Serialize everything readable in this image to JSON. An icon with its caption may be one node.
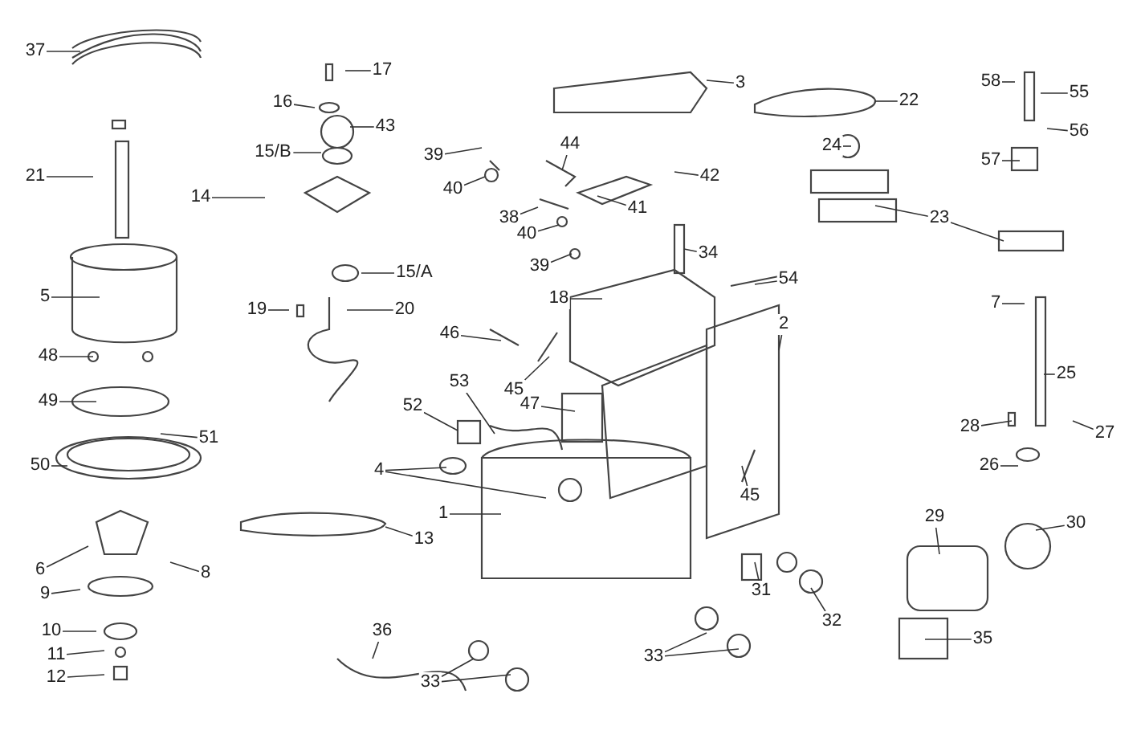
{
  "diagram": {
    "nodes": [
      {
        "text": [
          "37"
        ]
      },
      {
        "text": [
          "17"
        ]
      },
      {
        "text": [
          "3"
        ]
      },
      {
        "text": [
          "58"
        ]
      },
      {
        "text": [
          "55"
        ]
      },
      {
        "text": [
          "22"
        ]
      },
      {
        "text": [
          "16"
        ]
      },
      {
        "text": [
          "43"
        ]
      },
      {
        "text": [
          "56"
        ]
      },
      {
        "text": [
          "44"
        ]
      },
      {
        "text": [
          "24"
        ]
      },
      {
        "text": [
          "15/B"
        ]
      },
      {
        "text": [
          "39"
        ]
      },
      {
        "text": [
          "57"
        ]
      },
      {
        "text": [
          "42"
        ]
      },
      {
        "text": [
          "21"
        ]
      },
      {
        "text": [
          "40"
        ]
      },
      {
        "text": [
          "14"
        ]
      },
      {
        "text": [
          "41"
        ]
      },
      {
        "text": [
          "38"
        ]
      },
      {
        "text": [
          "23"
        ]
      },
      {
        "text": [
          "40"
        ]
      },
      {
        "text": [
          "39"
        ]
      },
      {
        "text": [
          "34"
        ]
      },
      {
        "text": [
          "15/A"
        ]
      },
      {
        "text": [
          "54"
        ]
      },
      {
        "text": [
          "5"
        ]
      },
      {
        "text": [
          "18"
        ]
      },
      {
        "text": [
          "7"
        ]
      },
      {
        "text": [
          "19"
        ]
      },
      {
        "text": [
          "20"
        ]
      },
      {
        "text": [
          "2"
        ]
      },
      {
        "text": [
          "46"
        ]
      },
      {
        "text": [
          "48"
        ]
      },
      {
        "text": [
          "25"
        ]
      },
      {
        "text": [
          "45"
        ]
      },
      {
        "text": [
          "53"
        ]
      },
      {
        "text": [
          "49"
        ]
      },
      {
        "text": [
          "52"
        ]
      },
      {
        "text": [
          "47"
        ]
      },
      {
        "text": [
          "28"
        ]
      },
      {
        "text": [
          "27"
        ]
      },
      {
        "text": [
          "51"
        ]
      },
      {
        "text": [
          "26"
        ]
      },
      {
        "text": [
          "50"
        ]
      },
      {
        "text": [
          "4"
        ]
      },
      {
        "text": [
          "45"
        ]
      },
      {
        "text": [
          "1"
        ]
      },
      {
        "text": [
          "29"
        ]
      },
      {
        "text": [
          "30"
        ]
      },
      {
        "text": [
          "13"
        ]
      },
      {
        "text": [
          "6"
        ]
      },
      {
        "text": [
          "8"
        ]
      },
      {
        "text": [
          "31"
        ]
      },
      {
        "text": [
          "9"
        ]
      },
      {
        "text": [
          "32"
        ]
      },
      {
        "text": [
          "10"
        ]
      },
      {
        "text": [
          "36"
        ]
      },
      {
        "text": [
          "35"
        ]
      },
      {
        "text": [
          "11"
        ]
      },
      {
        "text": [
          "33"
        ]
      },
      {
        "text": [
          "12"
        ]
      },
      {
        "text": [
          "33"
        ]
      }
    ],
    "edges": [
      {
        "from": 0,
        "to": null,
        "arrow": "none"
      },
      {
        "from": 1,
        "to": null,
        "arrow": "none"
      },
      {
        "from": 2,
        "to": null,
        "arrow": "none"
      },
      {
        "from": 3,
        "to": null,
        "arrow": "none"
      },
      {
        "from": 4,
        "to": null,
        "arrow": "none"
      },
      {
        "from": 5,
        "to": null,
        "arrow": "none"
      },
      {
        "from": 6,
        "to": null,
        "arrow": "none"
      },
      {
        "from": 7,
        "to": null,
        "arrow": "none"
      },
      {
        "from": 8,
        "to": null,
        "arrow": "none"
      },
      {
        "from": 9,
        "to": null,
        "arrow": "none"
      },
      {
        "from": 10,
        "to": null,
        "arrow": "none"
      },
      {
        "from": 11,
        "to": null,
        "arrow": "none"
      },
      {
        "from": 12,
        "to": null,
        "arrow": "none"
      },
      {
        "from": 13,
        "to": null,
        "arrow": "none"
      },
      {
        "from": 14,
        "to": null,
        "arrow": "none"
      },
      {
        "from": 15,
        "to": null,
        "arrow": "none"
      },
      {
        "from": 16,
        "to": null,
        "arrow": "none"
      },
      {
        "from": 17,
        "to": null,
        "arrow": "none"
      },
      {
        "from": 18,
        "to": null,
        "arrow": "none"
      },
      {
        "from": 19,
        "to": null,
        "arrow": "none"
      },
      {
        "from": 20,
        "to": null,
        "arrow": "none"
      },
      {
        "from": 20,
        "to": null,
        "arrow": "none"
      },
      {
        "from": 21,
        "to": null,
        "arrow": "none"
      },
      {
        "from": 22,
        "to": null,
        "arrow": "none"
      },
      {
        "from": 23,
        "to": null,
        "arrow": "none"
      },
      {
        "from": 24,
        "to": null,
        "arrow": "none"
      },
      {
        "from": 25,
        "to": null,
        "arrow": "none"
      },
      {
        "from": 26,
        "to": null,
        "arrow": "none"
      },
      {
        "from": 27,
        "to": null,
        "arrow": "none"
      },
      {
        "from": 28,
        "to": null,
        "arrow": "none"
      },
      {
        "from": 29,
        "to": null,
        "arrow": "none"
      },
      {
        "from": 30,
        "to": null,
        "arrow": "none"
      },
      {
        "from": 31,
        "to": null,
        "arrow": "none"
      },
      {
        "from": 32,
        "to": null,
        "arrow": "none"
      },
      {
        "from": 33,
        "to": null,
        "arrow": "none"
      },
      {
        "from": 34,
        "to": null,
        "arrow": "none"
      },
      {
        "from": 35,
        "to": null,
        "arrow": "none"
      },
      {
        "from": 36,
        "to": null,
        "arrow": "none"
      },
      {
        "from": 37,
        "to": null,
        "arrow": "none"
      },
      {
        "from": 38,
        "to": null,
        "arrow": "none"
      },
      {
        "from": 39,
        "to": null,
        "arrow": "none"
      },
      {
        "from": 40,
        "to": null,
        "arrow": "none"
      },
      {
        "from": 41,
        "to": null,
        "arrow": "none"
      },
      {
        "from": 42,
        "to": null,
        "arrow": "none"
      },
      {
        "from": 43,
        "to": null,
        "arrow": "none"
      },
      {
        "from": 44,
        "to": null,
        "arrow": "none"
      },
      {
        "from": 45,
        "to": null,
        "arrow": "none"
      },
      {
        "from": 45,
        "to": null,
        "arrow": "none"
      },
      {
        "from": 46,
        "to": null,
        "arrow": "none"
      },
      {
        "from": 47,
        "to": null,
        "arrow": "none"
      },
      {
        "from": 48,
        "to": null,
        "arrow": "none"
      },
      {
        "from": 49,
        "to": null,
        "arrow": "none"
      },
      {
        "from": 50,
        "to": null,
        "arrow": "none"
      },
      {
        "from": 51,
        "to": null,
        "arrow": "none"
      },
      {
        "from": 52,
        "to": null,
        "arrow": "none"
      },
      {
        "from": 53,
        "to": null,
        "arrow": "none"
      },
      {
        "from": 54,
        "to": null,
        "arrow": "none"
      },
      {
        "from": 55,
        "to": null,
        "arrow": "none"
      },
      {
        "from": 56,
        "to": null,
        "arrow": "none"
      },
      {
        "from": 57,
        "to": null,
        "arrow": "none"
      },
      {
        "from": 58,
        "to": null,
        "arrow": "none"
      },
      {
        "from": 59,
        "to": null,
        "arrow": "none"
      },
      {
        "from": 60,
        "to": null,
        "arrow": "none"
      },
      {
        "from": 60,
        "to": null,
        "arrow": "none"
      },
      {
        "from": 61,
        "to": null,
        "arrow": "none"
      },
      {
        "from": 62,
        "to": null,
        "arrow": "none"
      },
      {
        "from": 62,
        "to": null,
        "arrow": "none"
      }
    ]
  }
}
